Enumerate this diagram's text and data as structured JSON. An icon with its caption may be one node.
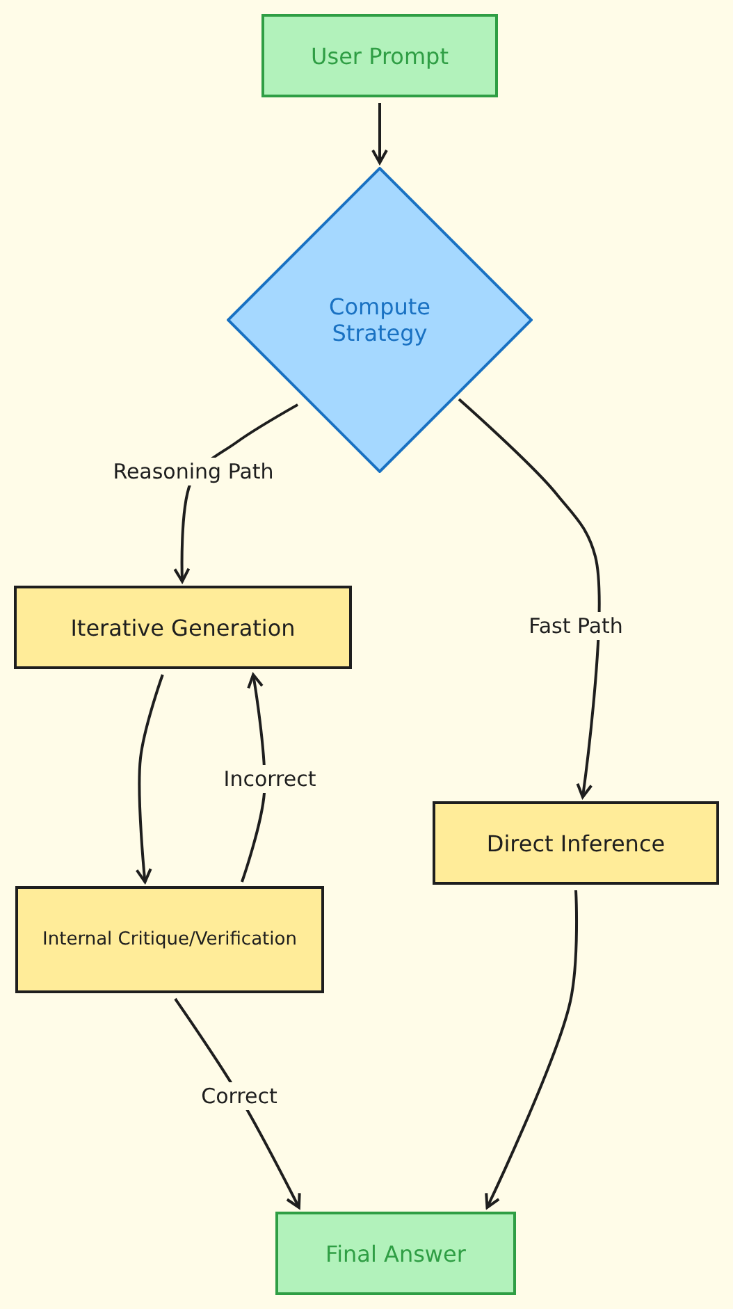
{
  "diagram": {
    "nodes": [
      {
        "text": [
          "User Prompt"
        ]
      },
      {
        "text": [
          "Compute Strategy"
        ]
      },
      {
        "text": [
          "Iterative Generation"
        ]
      },
      {
        "text": [
          "Internal Critique/Verification"
        ]
      },
      {
        "text": [
          "Direct Inference"
        ]
      },
      {
        "text": [
          "Final Answer"
        ]
      }
    ],
    "edges": [
      {
        "from": 0,
        "to": 1,
        "arrow": "to"
      },
      {
        "from": 1,
        "to": 2,
        "arrow": "to",
        "label": "Reasoning Path"
      },
      {
        "from": 1,
        "to": 4,
        "arrow": "to",
        "label": "Fast Path"
      },
      {
        "from": 2,
        "to": 3,
        "arrow": "to"
      },
      {
        "from": 3,
        "to": 2,
        "arrow": "to",
        "label": "Incorrect"
      },
      {
        "from": 3,
        "to": 5,
        "arrow": "to",
        "label": "Correct"
      },
      {
        "from": 4,
        "to": 5,
        "arrow": "to"
      }
    ]
  }
}
